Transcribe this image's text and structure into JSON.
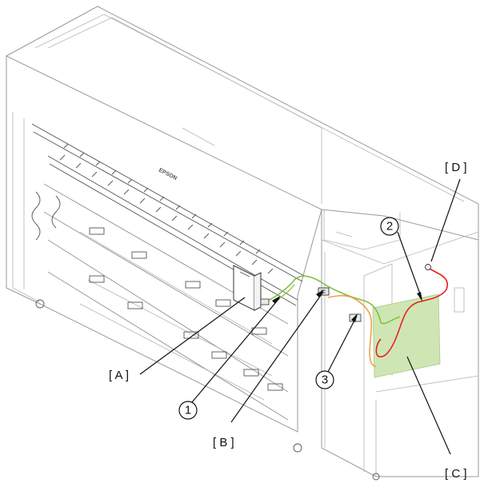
{
  "figure": {
    "brand_text": "EPSON",
    "labels": {
      "A": "[ A ]",
      "B": "[ B ]",
      "C": "[ C ]",
      "D": "[ D ]"
    },
    "callouts": {
      "c1": "1",
      "c2": "2",
      "c3": "3"
    },
    "colors": {
      "cable_green": "#7dc242",
      "cable_red": "#e8201f",
      "cable_orange": "#f0a04b",
      "board_fill": "#cfe6b4",
      "line_gray": "#9a9a9a"
    }
  }
}
